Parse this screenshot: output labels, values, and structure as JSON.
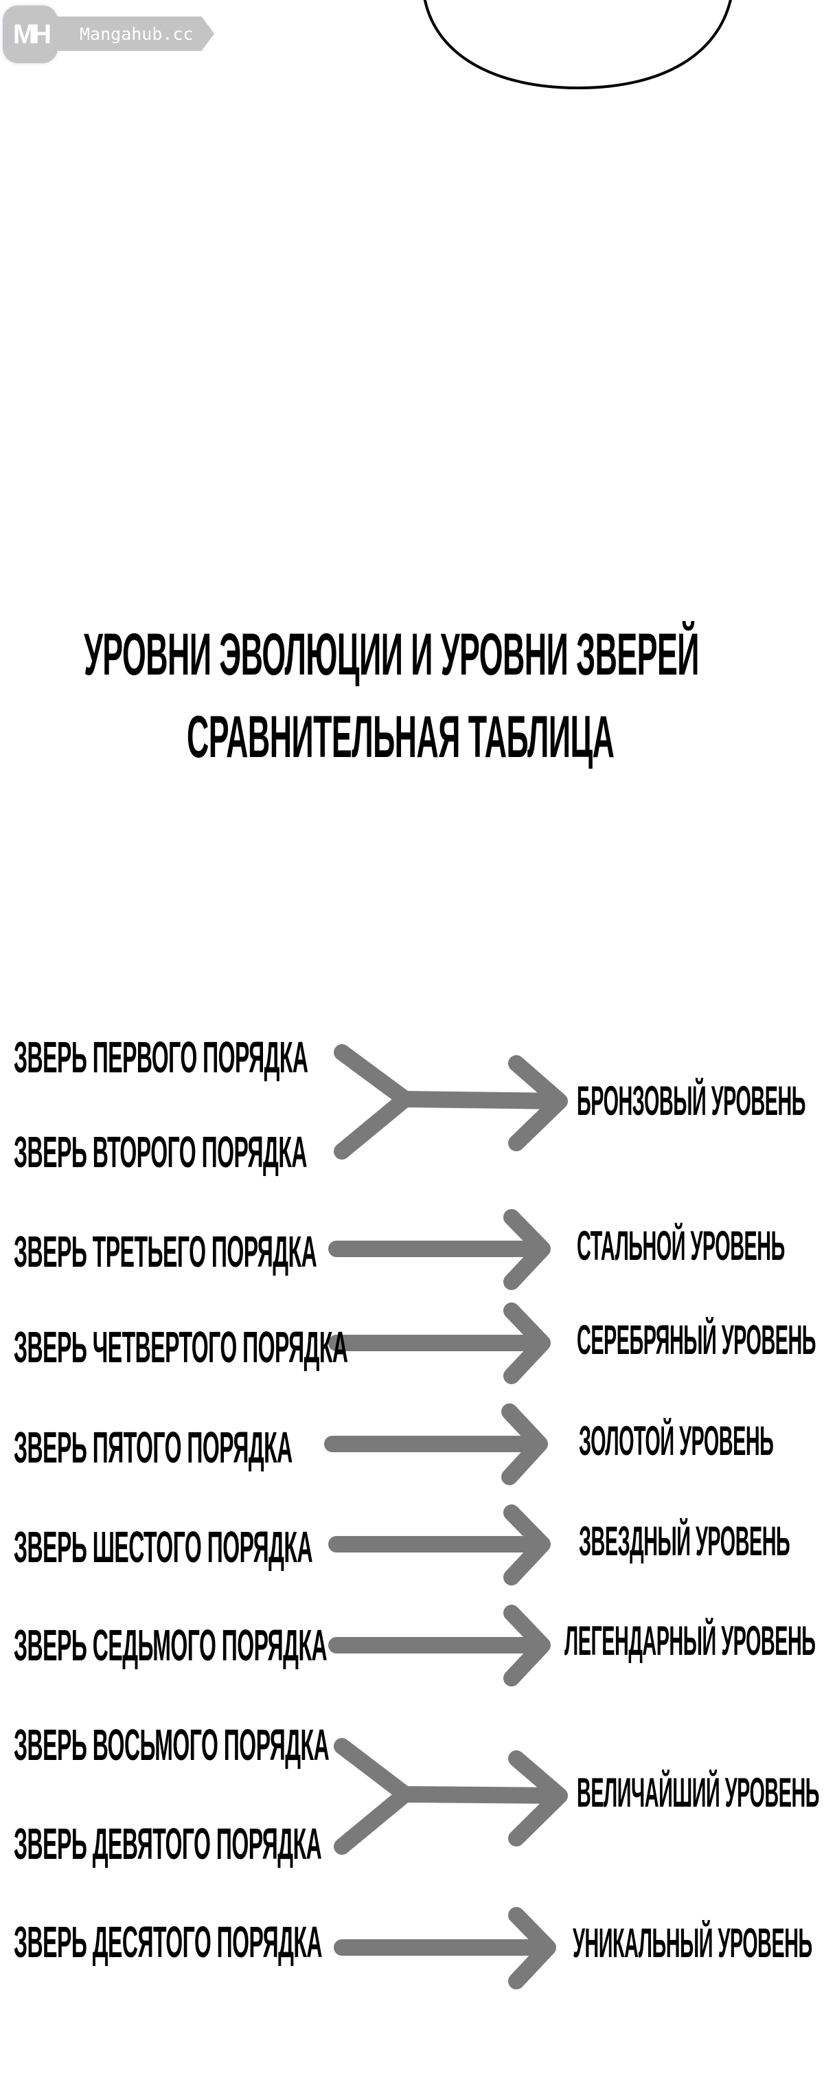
{
  "watermark": {
    "logo": "MH",
    "text": "Mangahub.cc"
  },
  "title": {
    "line1": "УРОВНИ ЭВОЛЮЦИИ И УРОВНИ ЗВЕРЕЙ",
    "line2": "СРАВНИТЕЛЬНАЯ ТАБЛИЦА"
  },
  "beasts": [
    "ЗВЕРЬ ПЕРВОГО ПОРЯДКА",
    "ЗВЕРЬ ВТОРОГО ПОРЯДКА",
    "ЗВЕРЬ ТРЕТЬЕГО ПОРЯДКА",
    "ЗВЕРЬ ЧЕТВЕРТОГО ПОРЯДКА",
    "ЗВЕРЬ ПЯТОГО ПОРЯДКА",
    "ЗВЕРЬ ШЕСТОГО ПОРЯДКА",
    "ЗВЕРЬ СЕДЬМОГО ПОРЯДКА",
    "ЗВЕРЬ ВОСЬМОГО ПОРЯДКА",
    "ЗВЕРЬ ДЕВЯТОГО ПОРЯДКА",
    "ЗВЕРЬ ДЕСЯТОГО ПОРЯДКА"
  ],
  "levels": [
    "БРОНЗОВЫЙ УРОВЕНЬ",
    "СТАЛЬНОЙ УРОВЕНЬ",
    "СЕРЕБРЯНЫЙ УРОВЕНЬ",
    "ЗОЛОТОЙ УРОВЕНЬ",
    "ЗВЕЗДНЫЙ УРОВЕНЬ",
    "ЛЕГЕНДАРНЫЙ УРОВЕНЬ",
    "ВЕЛИЧАЙШИЙ УРОВЕНЬ",
    "УНИКАЛЬНЫЙ УРОВЕНЬ"
  ],
  "colors": {
    "arrow": "#7a7a7a",
    "text": "#000000"
  }
}
